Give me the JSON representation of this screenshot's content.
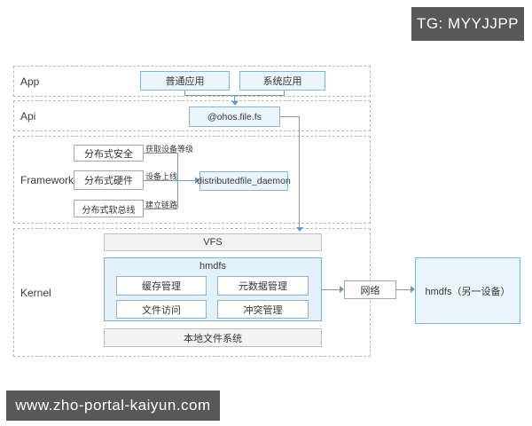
{
  "overlay": {
    "telegram_badge": "TG: MYYJJPP",
    "watermark": "www.zho-portal-kaiyun.com"
  },
  "diagram": {
    "sections": {
      "app": "App",
      "api": "Api",
      "framework": "Framework",
      "kernel": "Kernel"
    },
    "app": {
      "normal_app": "普通应用",
      "system_app": "系统应用"
    },
    "api": {
      "interface": "@ohos.file.fs"
    },
    "framework": {
      "security": "分布式安全",
      "hardware": "分布式硬件",
      "softbus": "分布式软总线",
      "daemon": "distributedfile_daemon",
      "edge_get_device_level": "获取设备等级",
      "edge_device_online": "设备上线",
      "edge_establish_link": "建立链路"
    },
    "kernel": {
      "vfs": "VFS",
      "hmdfs": "hmdfs",
      "cache_mgmt": "缓存管理",
      "metadata_mgmt": "元数据管理",
      "file_access": "文件访问",
      "conflict_mgmt": "冲突管理",
      "local_fs": "本地文件系统",
      "network": "网络"
    },
    "remote": {
      "hmdfs_other_device": "hmdfs（另一设备）"
    }
  },
  "colors": {
    "blue_box_fill": "#e9f4fb",
    "blue_box_border": "#86b5d6",
    "gray_box_fill": "#f3f3f3",
    "gray_box_border": "#c2c2c2",
    "white_box_border": "#8cb4cf",
    "connector": "#7f98b6",
    "dashed_section_border": "#b8b8b8",
    "overlay_bg": "#58585a",
    "overlay_text": "#ffffff"
  }
}
